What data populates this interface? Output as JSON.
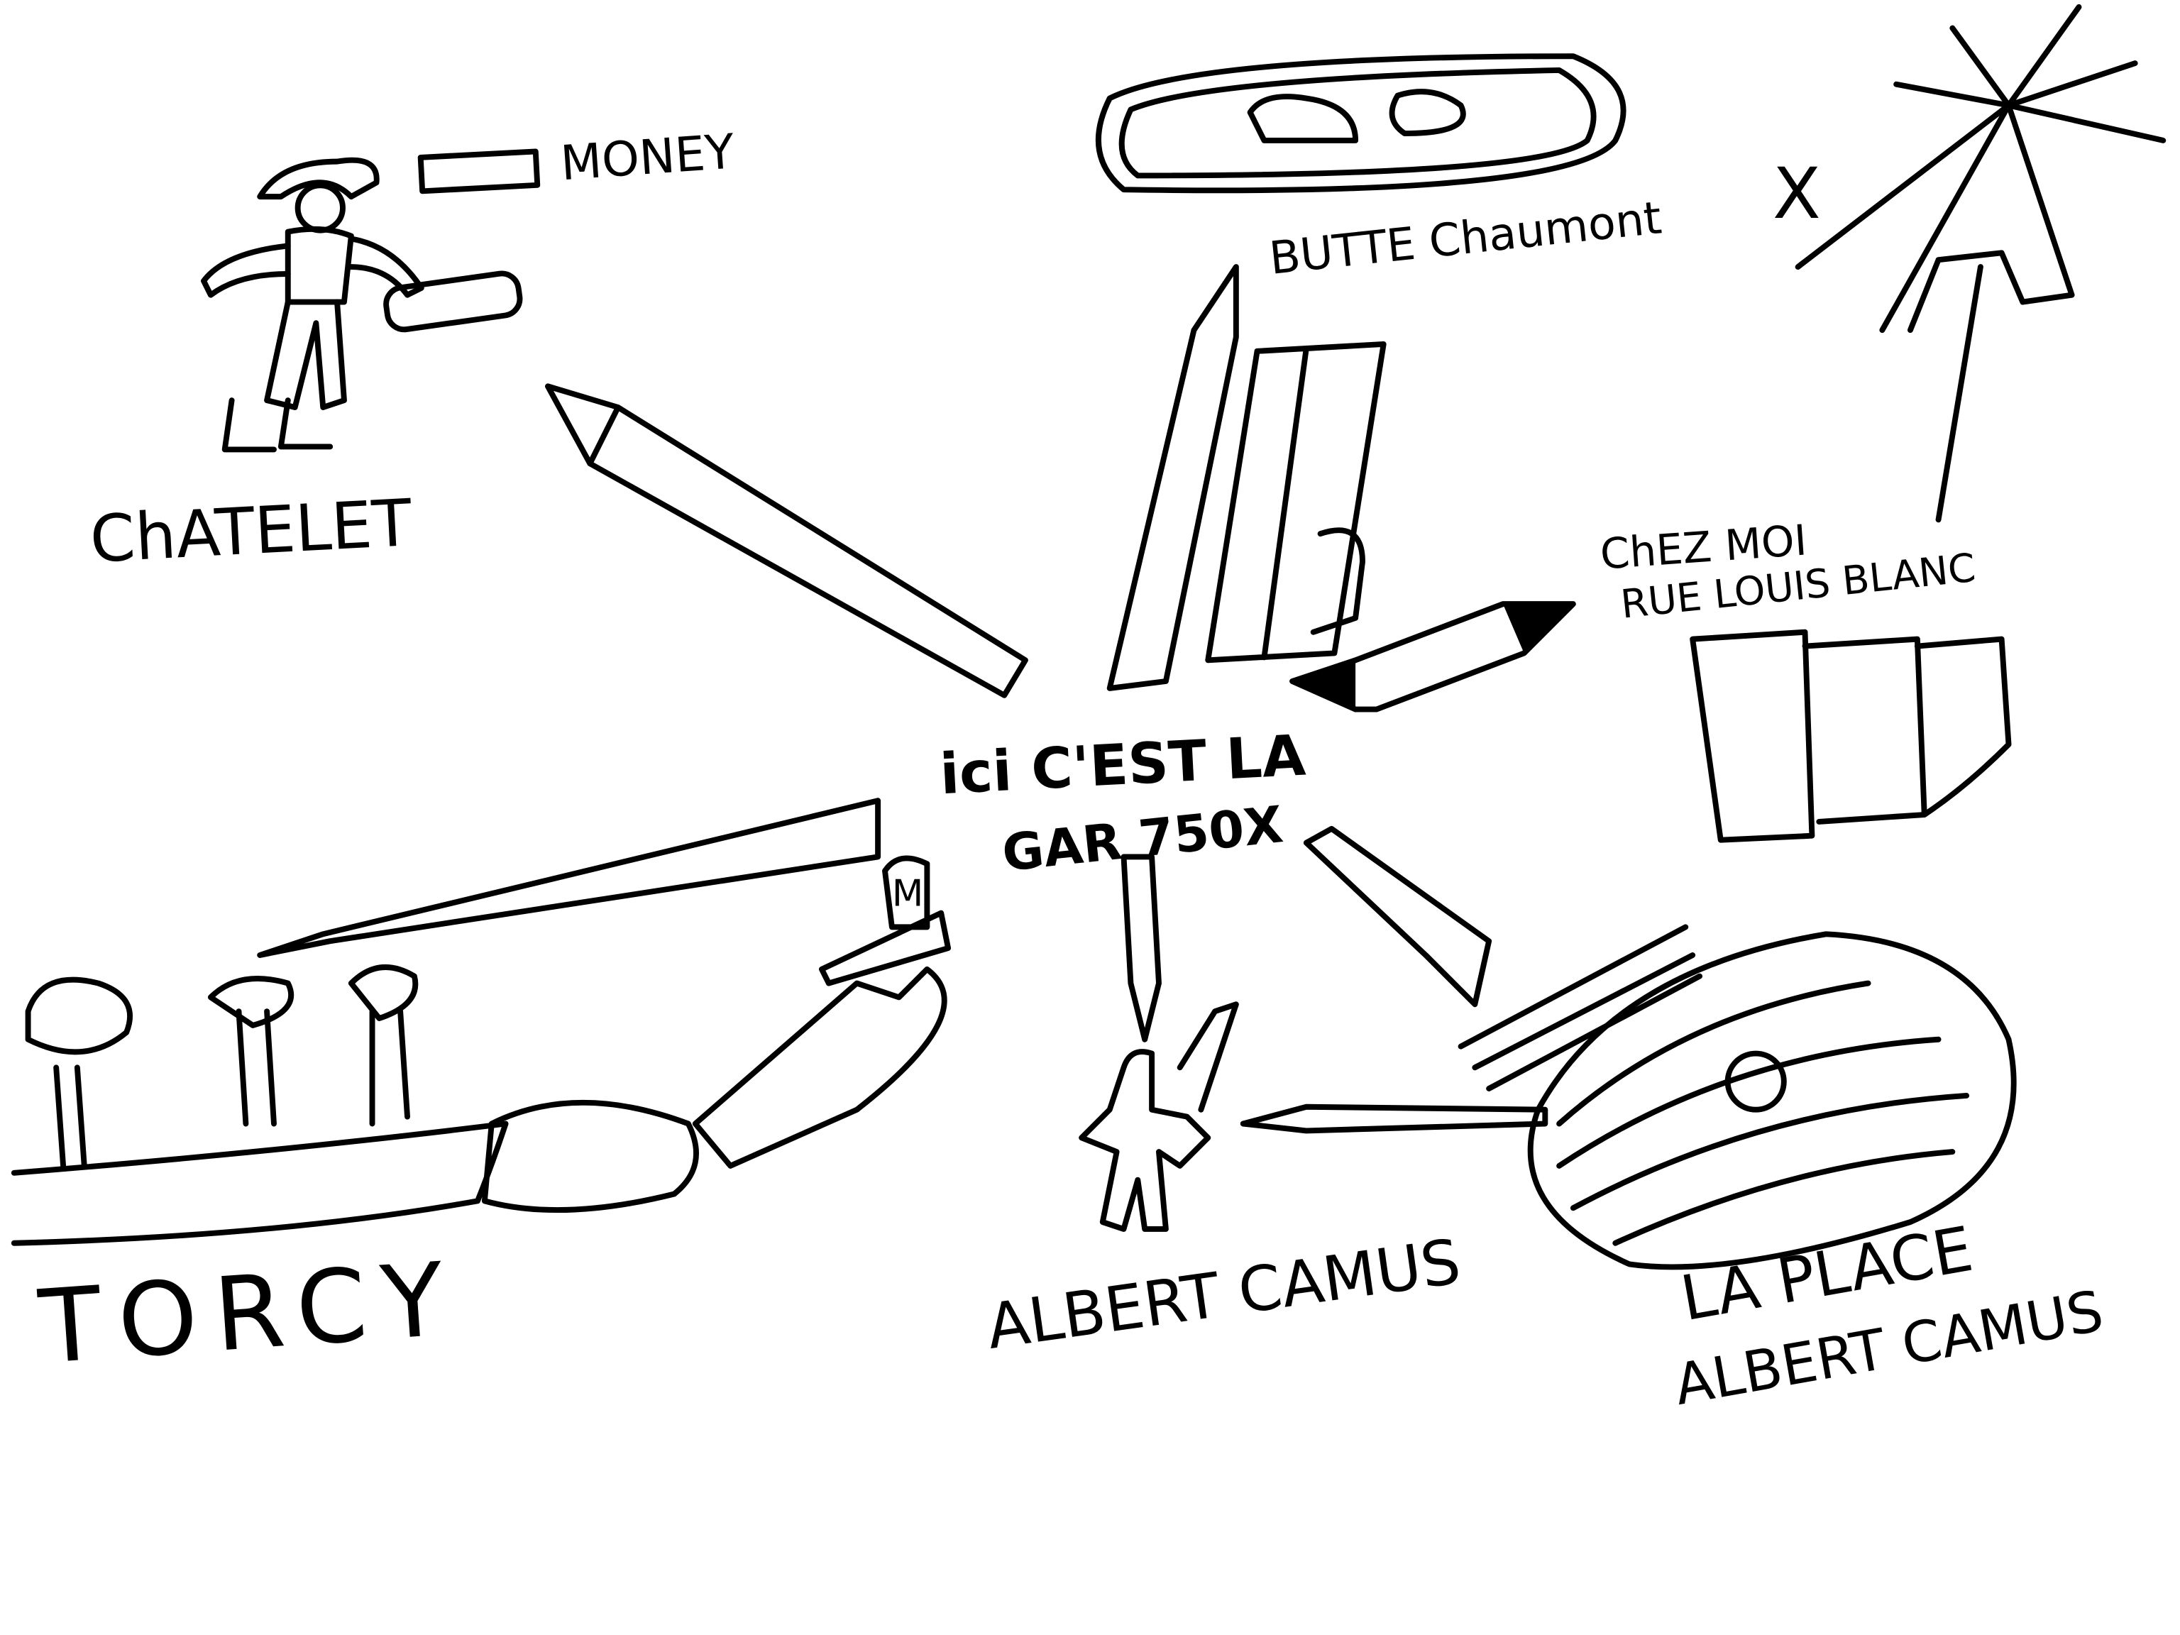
{
  "labels": {
    "money": "MONEY",
    "chatelet": "ChATELET",
    "butte": "BUTTE Chaumont",
    "chez_moi": "ChEZ MOI",
    "rue": "RUE LOUIS BLANC",
    "center_line1": "ici C'EST LA",
    "center_line2": "GAR 750X",
    "torcy": "TORCY",
    "albert_camus": "ALBERT CAMUS",
    "place_line1": "LA PLACE",
    "place_line2": "ALBERT CAMUS",
    "symbol_x": "X",
    "metro_m": "M"
  },
  "colors": {
    "ink": "#000000",
    "paper": "#ffffff"
  }
}
